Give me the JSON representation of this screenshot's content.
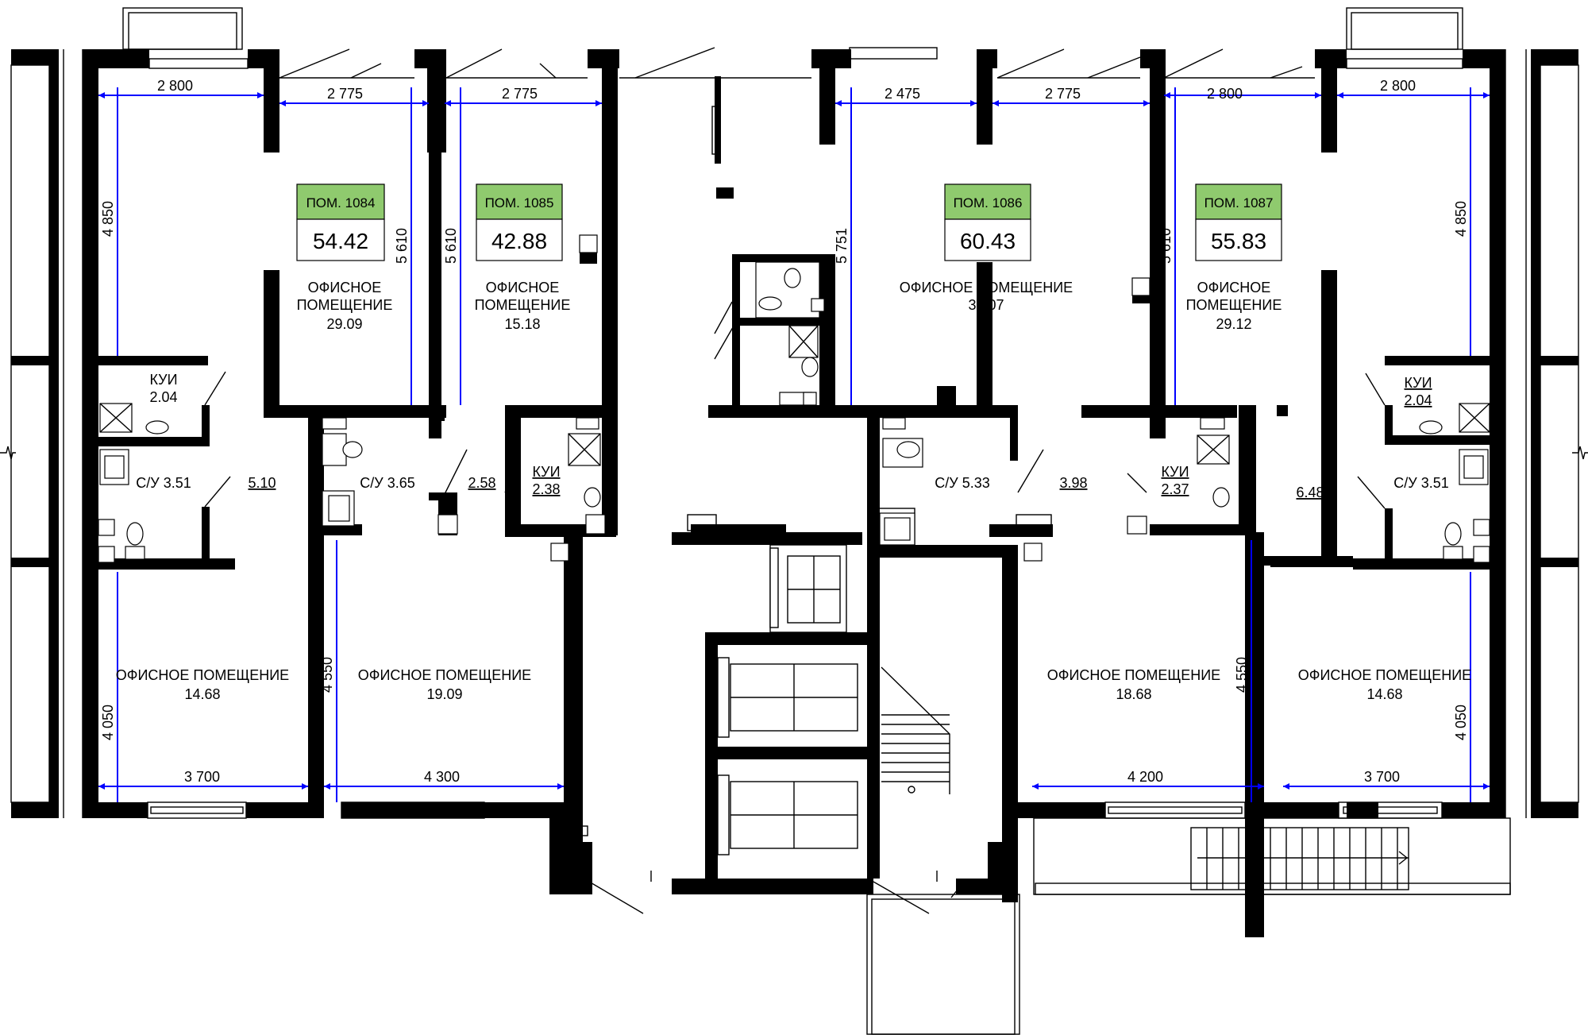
{
  "units": [
    {
      "id": "1084",
      "badge": "ПОМ. 1084",
      "area": "54.42"
    },
    {
      "id": "1085",
      "badge": "ПОМ. 1085",
      "area": "42.88"
    },
    {
      "id": "1086",
      "badge": "ПОМ. 1086",
      "area": "60.43"
    },
    {
      "id": "1087",
      "badge": "ПОМ. 1087",
      "area": "55.83"
    }
  ],
  "rooms": [
    {
      "line1": "ОФИСНОЕ",
      "line2": "ПОМЕЩЕНИЕ",
      "area": "29.09"
    },
    {
      "line1": "ОФИСНОЕ",
      "line2": "ПОМЕЩЕНИЕ",
      "area": "15.18"
    },
    {
      "line1": "ОФИСНОЕ ПОМЕЩЕНИЕ",
      "line2": "",
      "area": "30.07"
    },
    {
      "line1": "ОФИСНОЕ",
      "line2": "ПОМЕЩЕНИЕ",
      "area": "29.12"
    },
    {
      "line1": "ОФИСНОЕ ПОМЕЩЕНИЕ",
      "line2": "",
      "area": "14.68"
    },
    {
      "line1": "ОФИСНОЕ ПОМЕЩЕНИЕ",
      "line2": "",
      "area": "19.09"
    },
    {
      "line1": "ОФИСНОЕ ПОМЕЩЕНИЕ",
      "line2": "",
      "area": "18.68"
    },
    {
      "line1": "ОФИСНОЕ ПОМЕЩЕНИЕ",
      "line2": "",
      "area": "14.68"
    }
  ],
  "small_rooms": [
    {
      "name": "КУИ",
      "area": "2.04"
    },
    {
      "name": "С/У 3.51",
      "area": ""
    },
    {
      "name": "С/У 3.65",
      "area": ""
    },
    {
      "name": "КУИ",
      "area": "2.38"
    },
    {
      "name": "С/У 5.33",
      "area": ""
    },
    {
      "name": "КУИ",
      "area": "2.37"
    },
    {
      "name": "КУИ",
      "area": "2.04"
    },
    {
      "name": "С/У 3.51",
      "area": ""
    }
  ],
  "corridor_areas": [
    "5.10",
    "2.58",
    "3.98",
    "6.48"
  ],
  "dimensions": {
    "top": [
      "2 800",
      "2 775",
      "2 775",
      "2 475",
      "2 775",
      "2 800",
      "2 800"
    ],
    "bottom": [
      "3 700",
      "4 300",
      "4 200",
      "3 700"
    ],
    "vertical": [
      "4 850",
      "5 610",
      "5 610",
      "5 751",
      "5 610",
      "4 850",
      "4 050",
      "4 550",
      "4 550",
      "4 050"
    ]
  },
  "colors": {
    "badge": "#8fca6e",
    "dimension": "#0000ff",
    "wall": "#000000"
  }
}
